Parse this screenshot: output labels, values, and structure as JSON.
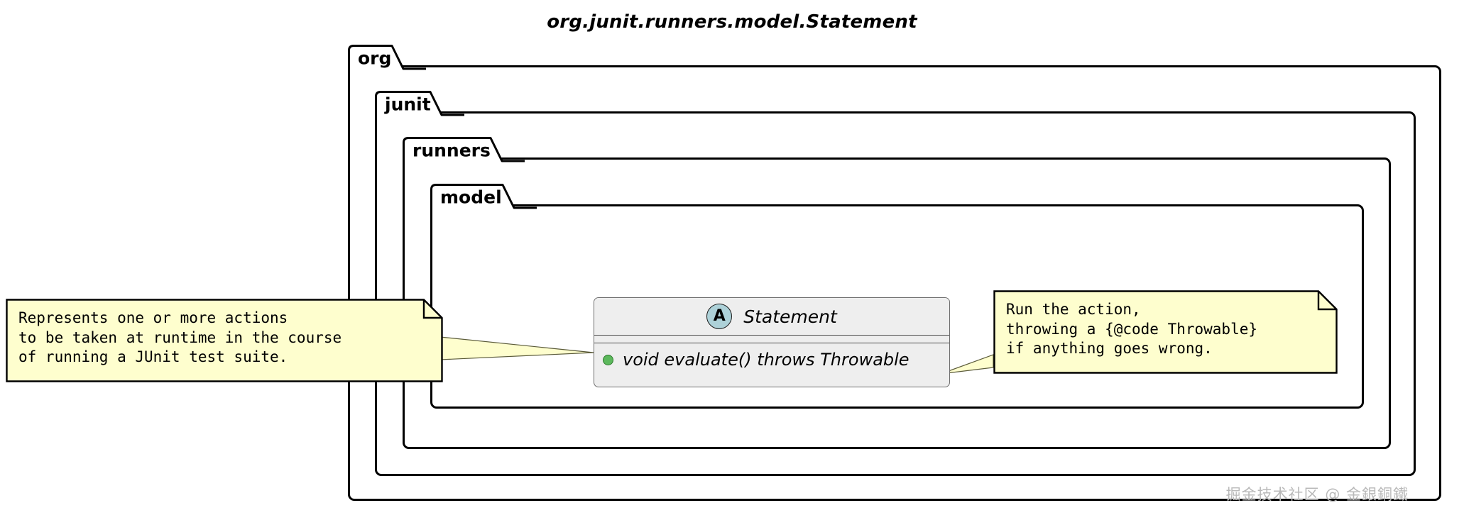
{
  "diagram": {
    "title": "org.junit.runners.model.Statement",
    "type": "uml-class-diagram"
  },
  "packages": [
    {
      "name": "org",
      "label": "org",
      "tab_width": 68,
      "tab_height": 38
    },
    {
      "name": "junit",
      "label": "junit",
      "tab_width": 82,
      "tab_height": 38
    },
    {
      "name": "runners",
      "label": "runners",
      "tab_width": 128,
      "tab_height": 38
    },
    {
      "name": "model",
      "label": "model",
      "tab_width": 106,
      "tab_height": 38
    }
  ],
  "class_box": {
    "stereotype_letter": "A",
    "stereotype_meaning": "abstract",
    "name": "Statement",
    "badge_color": "#ADD1D8",
    "header_fill": "#EEEEEE",
    "members": [
      {
        "visibility": "public",
        "visibility_color": "#5CB85C",
        "signature": "void evaluate() throws Throwable"
      }
    ]
  },
  "notes": [
    {
      "id": "note-class-doc",
      "text": "Represents one or more actions\nto be taken at runtime in the course\nof running a JUnit test suite.",
      "fill": "#FEFECE",
      "border": "#000000",
      "attached_to": "Statement"
    },
    {
      "id": "note-method-doc",
      "text": "Run the action,\nthrowing a {@code Throwable}\nif anything goes wrong.",
      "fill": "#FEFECE",
      "border": "#000000",
      "attached_to": "void evaluate() throws Throwable"
    }
  ],
  "watermark": {
    "text": "掘金技术社区 @ 金銀銅鐵",
    "color": "#B9B9B9"
  },
  "colors": {
    "background": "#FFFFFF",
    "line": "#000000",
    "note_fill": "#FEFECE",
    "class_fill": "#EEEEEE",
    "abstract_badge": "#ADD1D8",
    "public_dot": "#5CB85C"
  }
}
